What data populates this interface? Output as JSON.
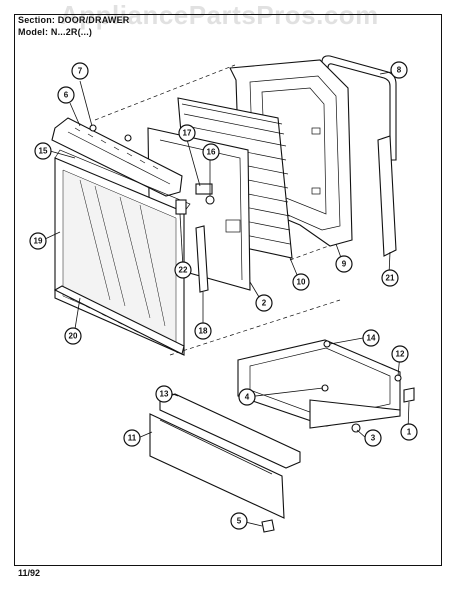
{
  "header": {
    "section_line": "Section: DOOR/DRAWER",
    "model_line": "Model: N...2R(...)"
  },
  "watermark": "AppliancePartsPros.com",
  "footer": {
    "date": "11/92"
  },
  "callouts": [
    {
      "id": "c7",
      "label": "7"
    },
    {
      "id": "c6",
      "label": "6"
    },
    {
      "id": "c15",
      "label": "15"
    },
    {
      "id": "c19",
      "label": "19"
    },
    {
      "id": "c20",
      "label": "20"
    },
    {
      "id": "c17",
      "label": "17"
    },
    {
      "id": "c16",
      "label": "16"
    },
    {
      "id": "c22",
      "label": "22"
    },
    {
      "id": "c18",
      "label": "18"
    },
    {
      "id": "c2",
      "label": "2"
    },
    {
      "id": "c10",
      "label": "10"
    },
    {
      "id": "c9",
      "label": "9"
    },
    {
      "id": "c8",
      "label": "8"
    },
    {
      "id": "c21",
      "label": "21"
    },
    {
      "id": "c14",
      "label": "14"
    },
    {
      "id": "c12",
      "label": "12"
    },
    {
      "id": "c4",
      "label": "4"
    },
    {
      "id": "c3",
      "label": "3"
    },
    {
      "id": "c1",
      "label": "1"
    },
    {
      "id": "c13",
      "label": "13"
    },
    {
      "id": "c11",
      "label": "11"
    },
    {
      "id": "c5",
      "label": "5"
    }
  ]
}
